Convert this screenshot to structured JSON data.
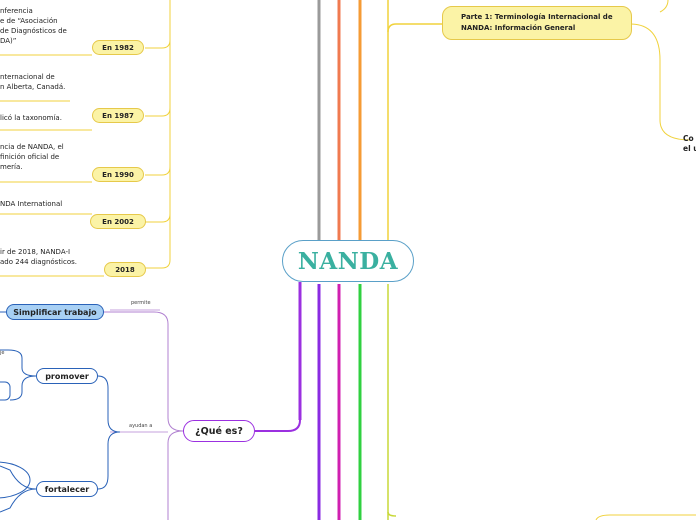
{
  "center": {
    "title": "NANDA"
  },
  "timeline": [
    {
      "year": "En 1982",
      "text": "nferencia\ne de “Asociación\nde Diagnósticos de\nDA)”"
    },
    {
      "year": "En 1987",
      "text": "nternacional de\nn Alberta, Canadá."
    },
    {
      "year": "",
      "text": "licó la taxonomía."
    },
    {
      "year": "En 1990",
      "text": "ncia de NANDA, el\nfinición oficial de\nmería."
    },
    {
      "year": "En  2002",
      "text": "NDA International"
    },
    {
      "year": "2018",
      "text": "ir de 2018, NANDA-I\nado 244 diagnósticos."
    }
  ],
  "que_es": {
    "label": "¿Qué es?",
    "permite_label": "permite",
    "simplificar": "Simplificar trabajo",
    "ayudan_label": "ayudan a",
    "promover": "promover",
    "fortalecer": "fortalecer",
    "cut_text": "je"
  },
  "right": {
    "parte1": "Parte 1: Terminología Internacional de\nNANDA: Información General",
    "cut_text": "Co\nel u"
  },
  "colors": {
    "yellow": "#f0d23c",
    "center_border": "#5aa0c8",
    "center_text": "#3ab0a0",
    "purple": "#9b30e0",
    "blue": "#2a62b8",
    "lilac": "#b080d0",
    "lime": "#c8d838"
  }
}
